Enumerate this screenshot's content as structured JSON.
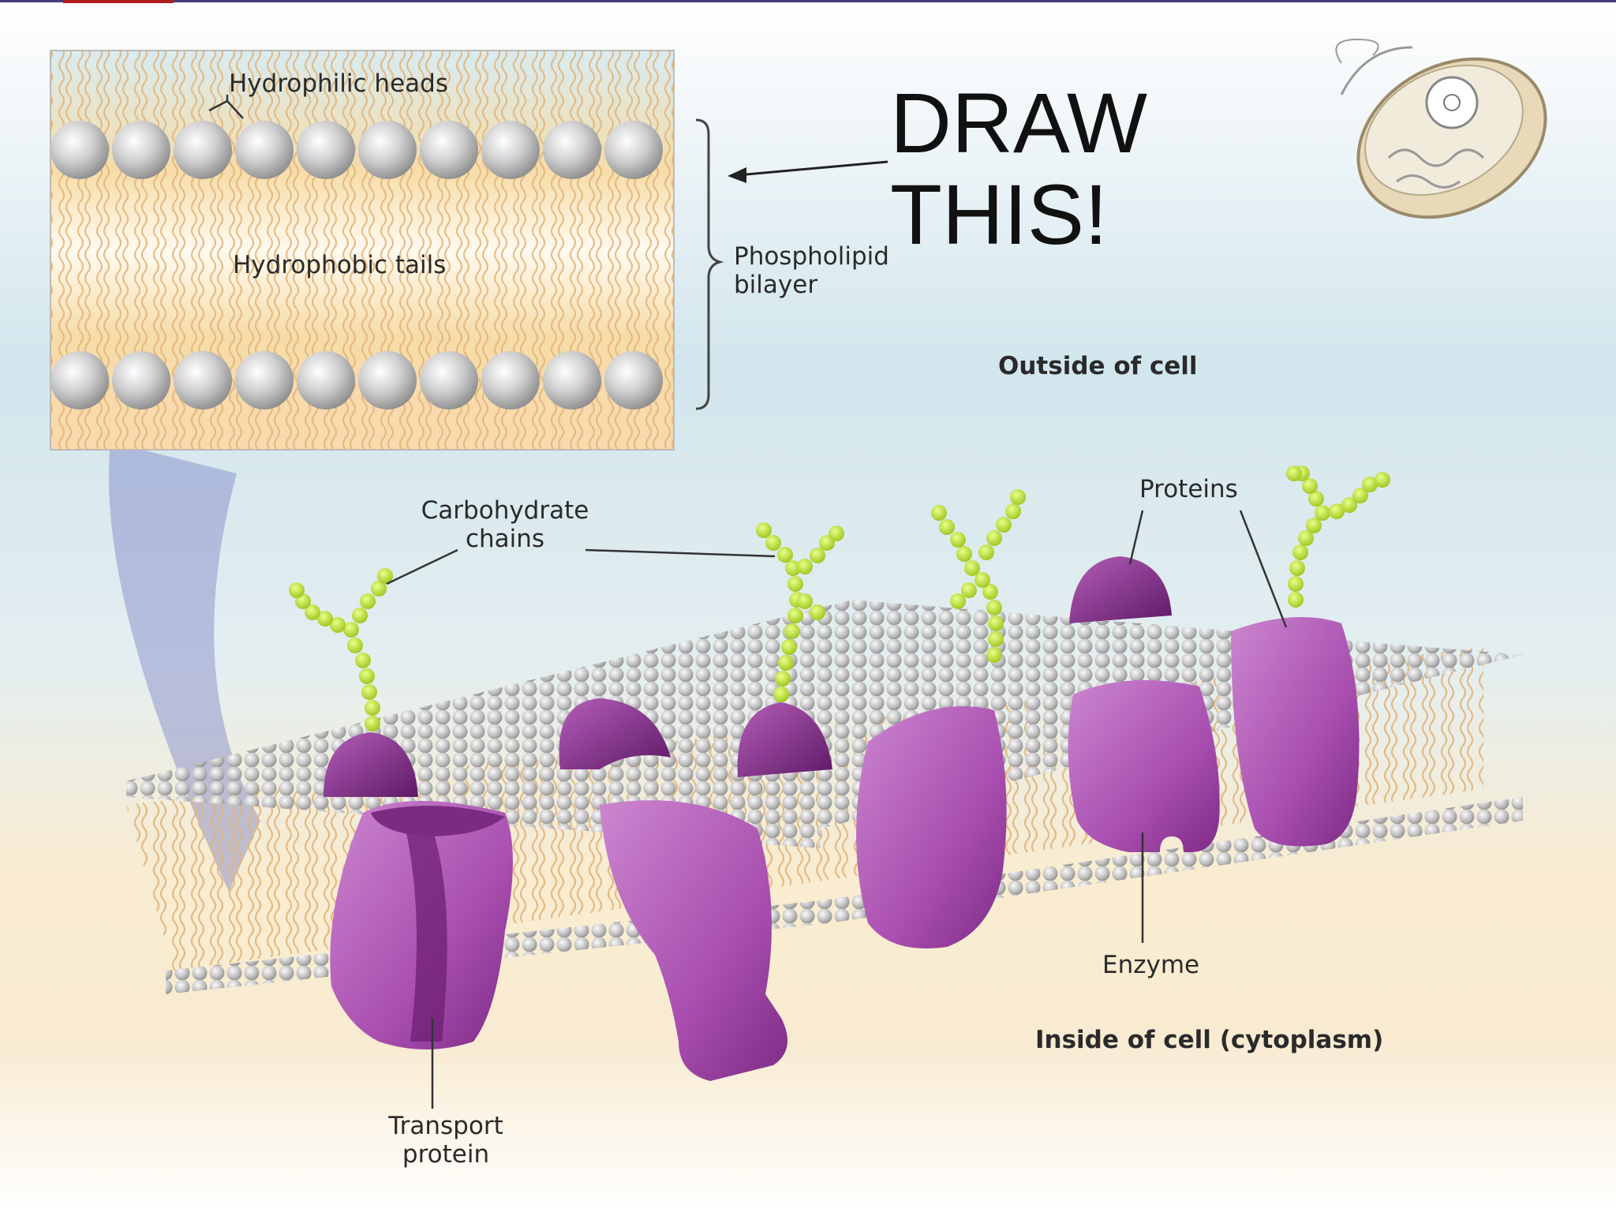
{
  "inset": {
    "hydrophilic_heads": "Hydrophilic heads",
    "hydrophobic_tails": "Hydrophobic tails",
    "bilayer_label": "Phospholipid bilayer"
  },
  "callout": {
    "draw_this": "DRAW THIS!"
  },
  "membrane": {
    "outside_of_cell": "Outside of cell",
    "carbohydrate_chains": "Carbohydrate chains",
    "proteins": "Proteins",
    "enzyme": "Enzyme",
    "inside_of_cell": "Inside of cell (cytoplasm)",
    "transport_protein": "Transport protein"
  },
  "colors": {
    "protein_purple": "#a94fb0",
    "protein_dark": "#6d1f74",
    "carbohydrate_green": "#b8dc2a",
    "head_gray": "#c8c8c8",
    "tail_orange": "#e5b97a",
    "sky_blue": "#cfe3ea",
    "cytoplasm_yellow": "#f7dca8"
  }
}
